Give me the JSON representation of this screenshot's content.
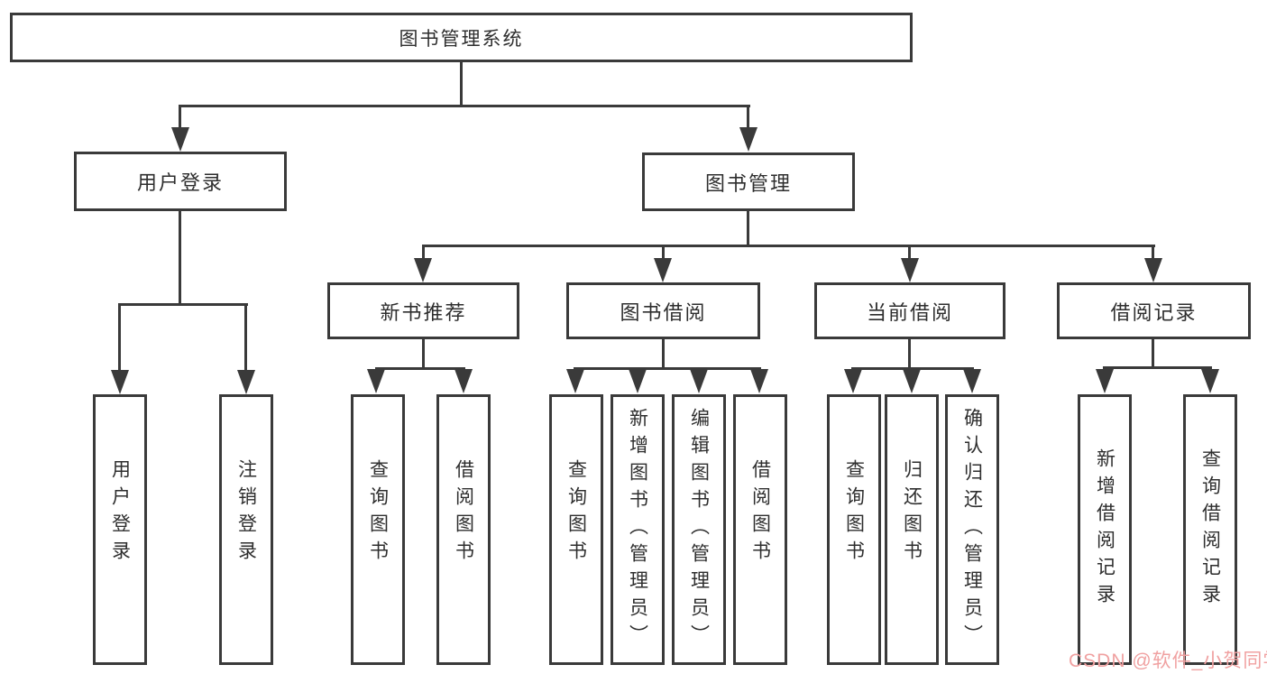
{
  "title": "图书管理系统",
  "nodes": {
    "root": "图书管理系统",
    "user_login": "用户登录",
    "book_mgmt": "图书管理",
    "new_book_rec": "新书推荐",
    "book_borrow": "图书借阅",
    "current_borrow": "当前借阅",
    "borrow_records": "借阅记录",
    "ul_login": "用户登录",
    "ul_logout": "注销登录",
    "nb_query": "查询图书",
    "nb_borrow": "借阅图书",
    "bb_query": "查询图书",
    "bb_add": "新增图书（管理员）",
    "bb_edit": "编辑图书（管理员）",
    "bb_borrow": "借阅图书",
    "cb_query": "查询图书",
    "cb_return": "归还图书",
    "cb_confirm": "确认归还（管理员）",
    "br_add": "新增借阅记录",
    "br_query": "查询借阅记录"
  },
  "watermark": "CSDN @软件_小贺同学",
  "colors": {
    "line": "#3a3a3a",
    "text": "#2e2e2e",
    "background": "#ffffff",
    "watermark": "#f0a1a1"
  }
}
